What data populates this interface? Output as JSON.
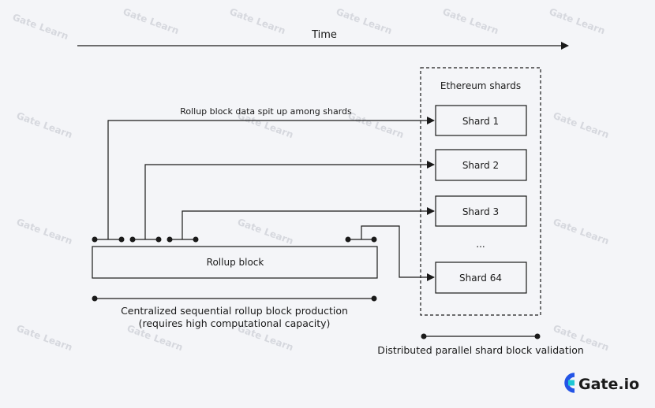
{
  "time_label": "Time",
  "ethereum_shards_label": "Ethereum shards",
  "rollup_split_label": "Rollup block data spit up among shards",
  "shards": [
    "Shard 1",
    "Shard 2",
    "Shard 3",
    "Shard 64"
  ],
  "shard_ellipsis": "...",
  "rollup_block_label": "Rollup block",
  "centralized_line1": "Centralized sequential rollup block production",
  "centralized_line2": "(requires high computational capacity)",
  "distributed_label": "Distributed parallel shard block validation",
  "brand": {
    "name": "Gate.io",
    "watermark": "Gate Learn",
    "color": "#2354e6"
  }
}
